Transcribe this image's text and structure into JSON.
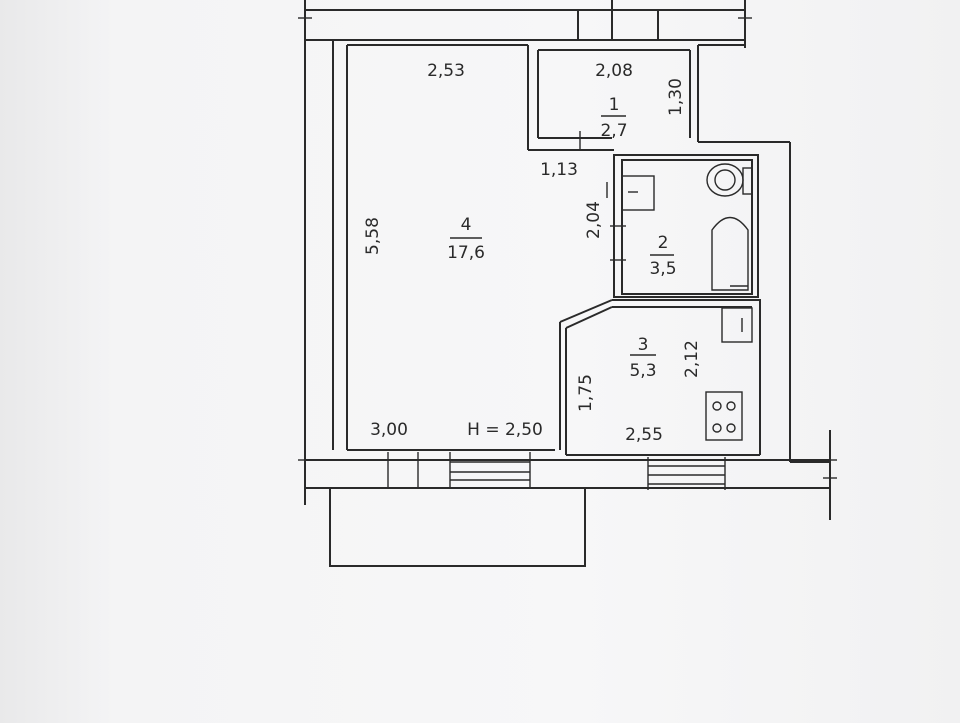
{
  "rooms": [
    {
      "number": "1",
      "area": "2,7"
    },
    {
      "number": "2",
      "area": "3,5"
    },
    {
      "number": "3",
      "area": "5,3"
    },
    {
      "number": "4",
      "area": "17,6"
    }
  ],
  "dimensions": {
    "room4_top": "2,53",
    "room4_left": "5,58",
    "room4_bottom": "3,00",
    "room1_top": "2,08",
    "room1_right": "1,30",
    "corridor_bottom": "1,13",
    "bath_left": "2,04",
    "kitchen_left": "1,75",
    "kitchen_right": "2,12",
    "kitchen_bottom": "2,55"
  },
  "ceiling_height": "H = 2,50"
}
